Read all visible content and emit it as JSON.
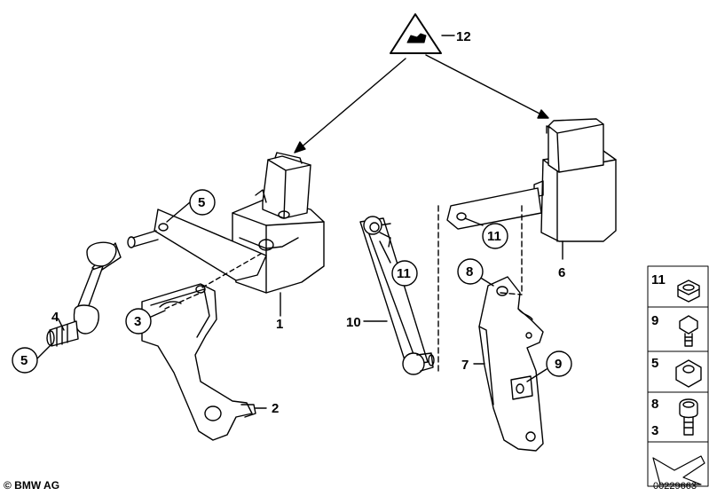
{
  "callouts": {
    "c1": "1",
    "c2": "2",
    "c3": "3",
    "c4": "4",
    "c5a": "5",
    "c5b": "5",
    "c6": "6",
    "c7": "7",
    "c8": "8",
    "c9": "9",
    "c10": "10",
    "c11a": "11",
    "c11b": "11",
    "c12": "12"
  },
  "legend": {
    "items": [
      {
        "number": "11",
        "part": "hex-nut-flanged"
      },
      {
        "number": "9",
        "part": "hex-bolt"
      },
      {
        "number": "5",
        "part": "hex-nut"
      },
      {
        "number": "8",
        "part": "socket-bolt"
      },
      {
        "number": "3",
        "part": ""
      }
    ]
  },
  "footer": {
    "copyright": "© BMW AG",
    "doc_number": "00229663"
  },
  "icons": [
    "warning-triangle-icon",
    "arrow-direction-icon"
  ]
}
